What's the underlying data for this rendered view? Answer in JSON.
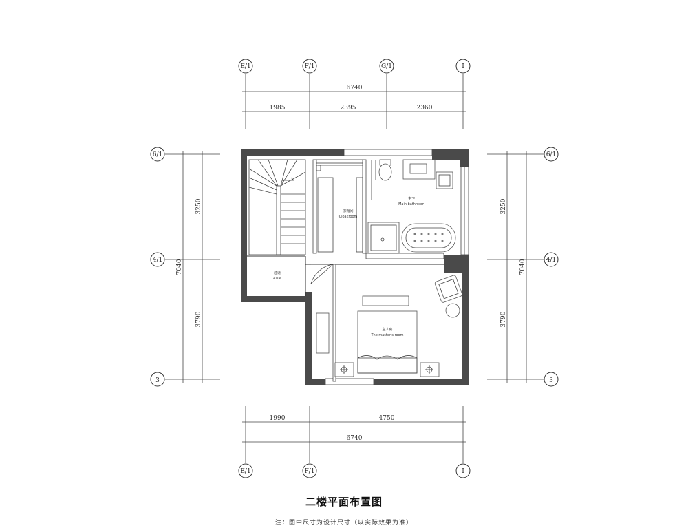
{
  "axes": {
    "top": [
      "E/1",
      "F/1",
      "G/1",
      "I"
    ],
    "bottom": [
      "E/1",
      "F/1",
      "I"
    ],
    "left": [
      "6/1",
      "4/1",
      "3"
    ],
    "right": [
      "6/1",
      "4/1",
      "3"
    ]
  },
  "dimensions": {
    "top_total": "6740",
    "top_segments": [
      "1985",
      "2395",
      "2360"
    ],
    "bottom_total": "6740",
    "bottom_segments": [
      "1990",
      "4750"
    ],
    "left_total": "7040",
    "left_segments": [
      "3250",
      "3790"
    ],
    "right_total": "7040",
    "right_segments": [
      "3250",
      "3790"
    ]
  },
  "rooms": {
    "cloakroom_cn": "衣帽间",
    "cloakroom_en": "Cloakroom",
    "bathroom_cn": "主卫",
    "bathroom_en": "Main bathroom",
    "corridor_cn": "过道",
    "corridor_en": "Aisle",
    "bedroom_cn": "主人房",
    "bedroom_en": "The master's room"
  },
  "title": "二楼平面布置图",
  "note": "注：图中尺寸为设计尺寸（以实际效果为准）"
}
